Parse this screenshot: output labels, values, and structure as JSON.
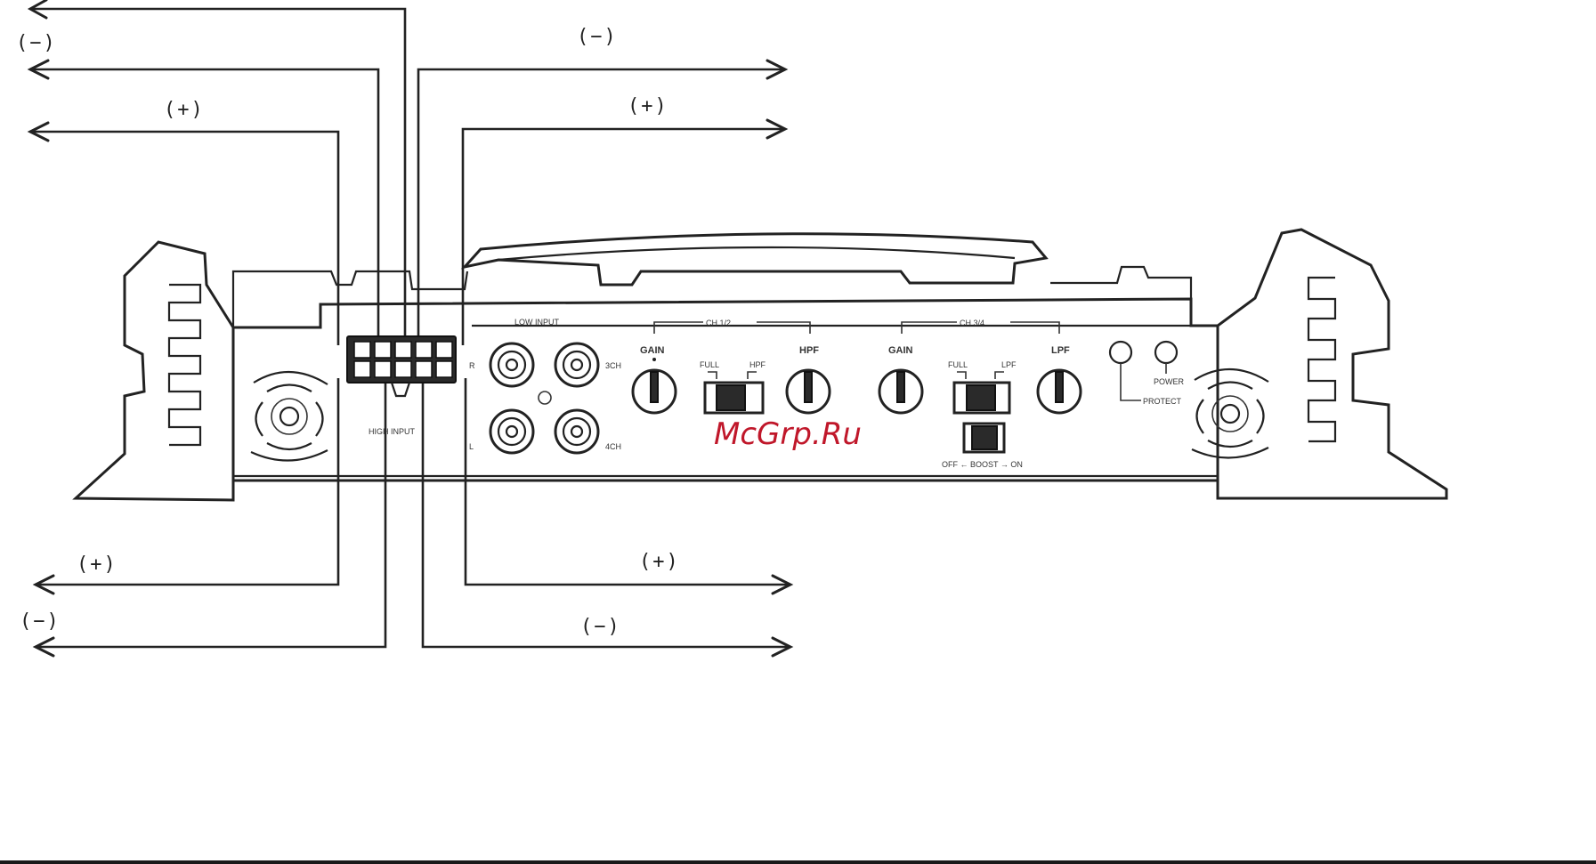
{
  "wires": {
    "top_left_upper_sign": "(−)",
    "top_left_lower_sign": "(+)",
    "top_right_upper_sign": "(−)",
    "top_right_lower_sign": "(+)",
    "bottom_left_upper_sign": "(+)",
    "bottom_left_lower_sign": "(−)",
    "bottom_right_upper_sign": "(+)",
    "bottom_right_lower_sign": "(−)"
  },
  "panel": {
    "low_input": "LOW INPUT",
    "high_input": "HIGH INPUT",
    "ch12": "CH 1/2",
    "ch34": "CH 3/4",
    "gain_left": "GAIN",
    "hpf": "HPF",
    "gain_right": "GAIN",
    "lpf": "LPF",
    "full_left": "FULL",
    "hpf_switch": "HPF",
    "full_right": "FULL",
    "lpf_switch": "LPF",
    "boost": "OFF ← BOOST → ON",
    "power": "POWER",
    "protect": "PROTECT",
    "rca_top_left": "R",
    "rca_top_right": "3CH",
    "rca_bottom_left": "L",
    "rca_bottom_right": "4CH"
  },
  "watermark": "McGrp.Ru"
}
